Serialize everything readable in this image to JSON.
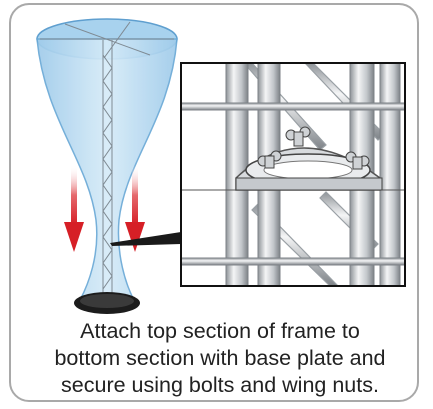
{
  "caption": {
    "line1": "Attach top section of frame to",
    "line2": "bottom section with base plate and",
    "line3": "secure using bolts and wing nuts."
  },
  "colors": {
    "fabric_fill": "#b9dcf3",
    "fabric_stroke": "#6aa9d6",
    "arrow_red": "#d61f26",
    "truss_metal": "#c9ccd0",
    "border": "#a9a9a9"
  },
  "icons": {
    "truss_illustration": "tower-display-truss",
    "arrow": "down-arrow",
    "detail": "bolted-clamp-detail"
  }
}
